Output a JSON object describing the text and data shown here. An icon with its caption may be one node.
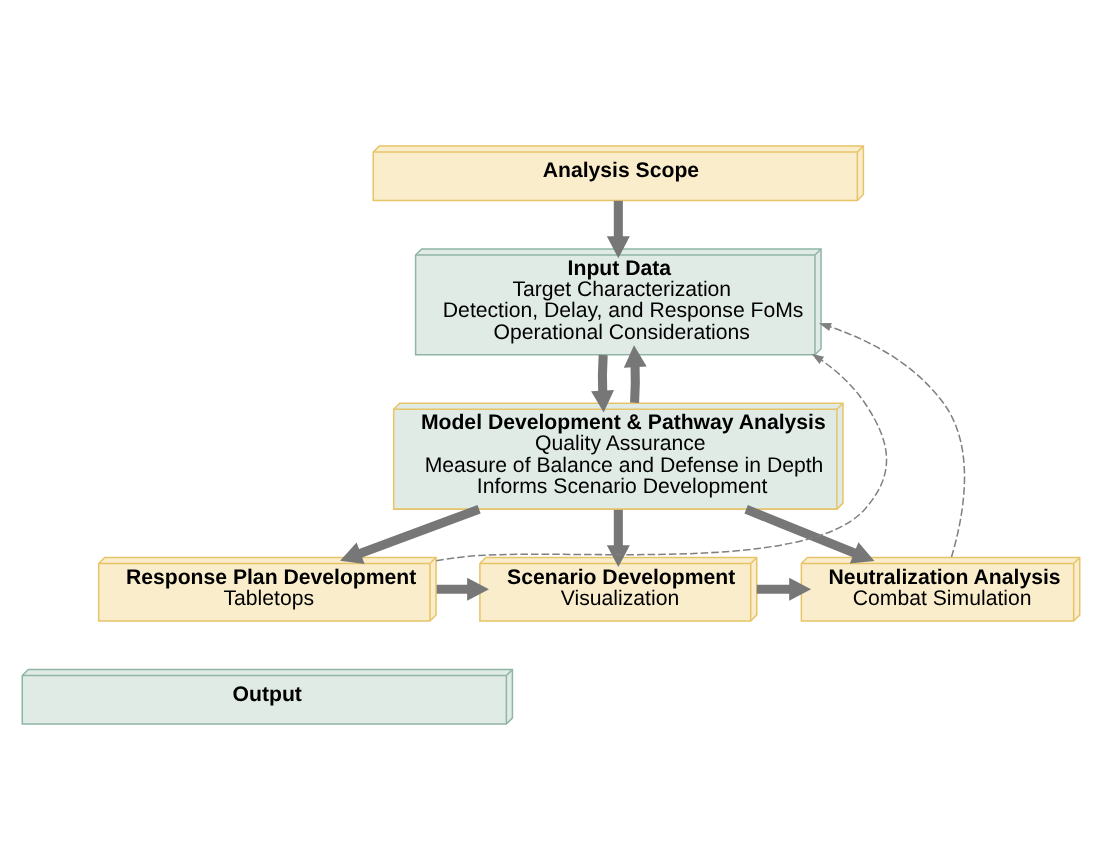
{
  "diagram": {
    "nodes": [
      {
        "text": [
          "Analysis Scope"
        ]
      },
      {
        "text": [
          "Input Data",
          "Target Characterization",
          "Detection, Delay, and Response FoMs",
          "Operational Considerations"
        ]
      },
      {
        "text": [
          "Model Development & Pathway Analysis",
          "Quality Assurance",
          "Measure of Balance and Defense in Depth",
          "Informs Scenario Development"
        ]
      },
      {
        "text": [
          "Response Plan Development",
          "Tabletops"
        ]
      },
      {
        "text": [
          "Scenario Development",
          "Visualization"
        ]
      },
      {
        "text": [
          "Neutralization Analysis",
          "Combat Simulation"
        ]
      },
      {
        "text": [
          "Output"
        ]
      }
    ],
    "edges": [
      {
        "from": 0,
        "to": 1,
        "arrow": "to"
      },
      {
        "from": 1,
        "to": 2,
        "arrow": "to"
      },
      {
        "from": 2,
        "to": 1,
        "arrow": "to"
      },
      {
        "from": 2,
        "to": 3,
        "arrow": "to"
      },
      {
        "from": 2,
        "to": 4,
        "arrow": "to"
      },
      {
        "from": 2,
        "to": 5,
        "arrow": "to"
      },
      {
        "from": 3,
        "to": 4,
        "arrow": "to"
      },
      {
        "from": 4,
        "to": 5,
        "arrow": "to"
      },
      {
        "from": 3,
        "to": 1,
        "arrow": "to",
        "style": "dashed"
      },
      {
        "from": 5,
        "to": 1,
        "arrow": "to",
        "style": "dashed"
      }
    ]
  }
}
